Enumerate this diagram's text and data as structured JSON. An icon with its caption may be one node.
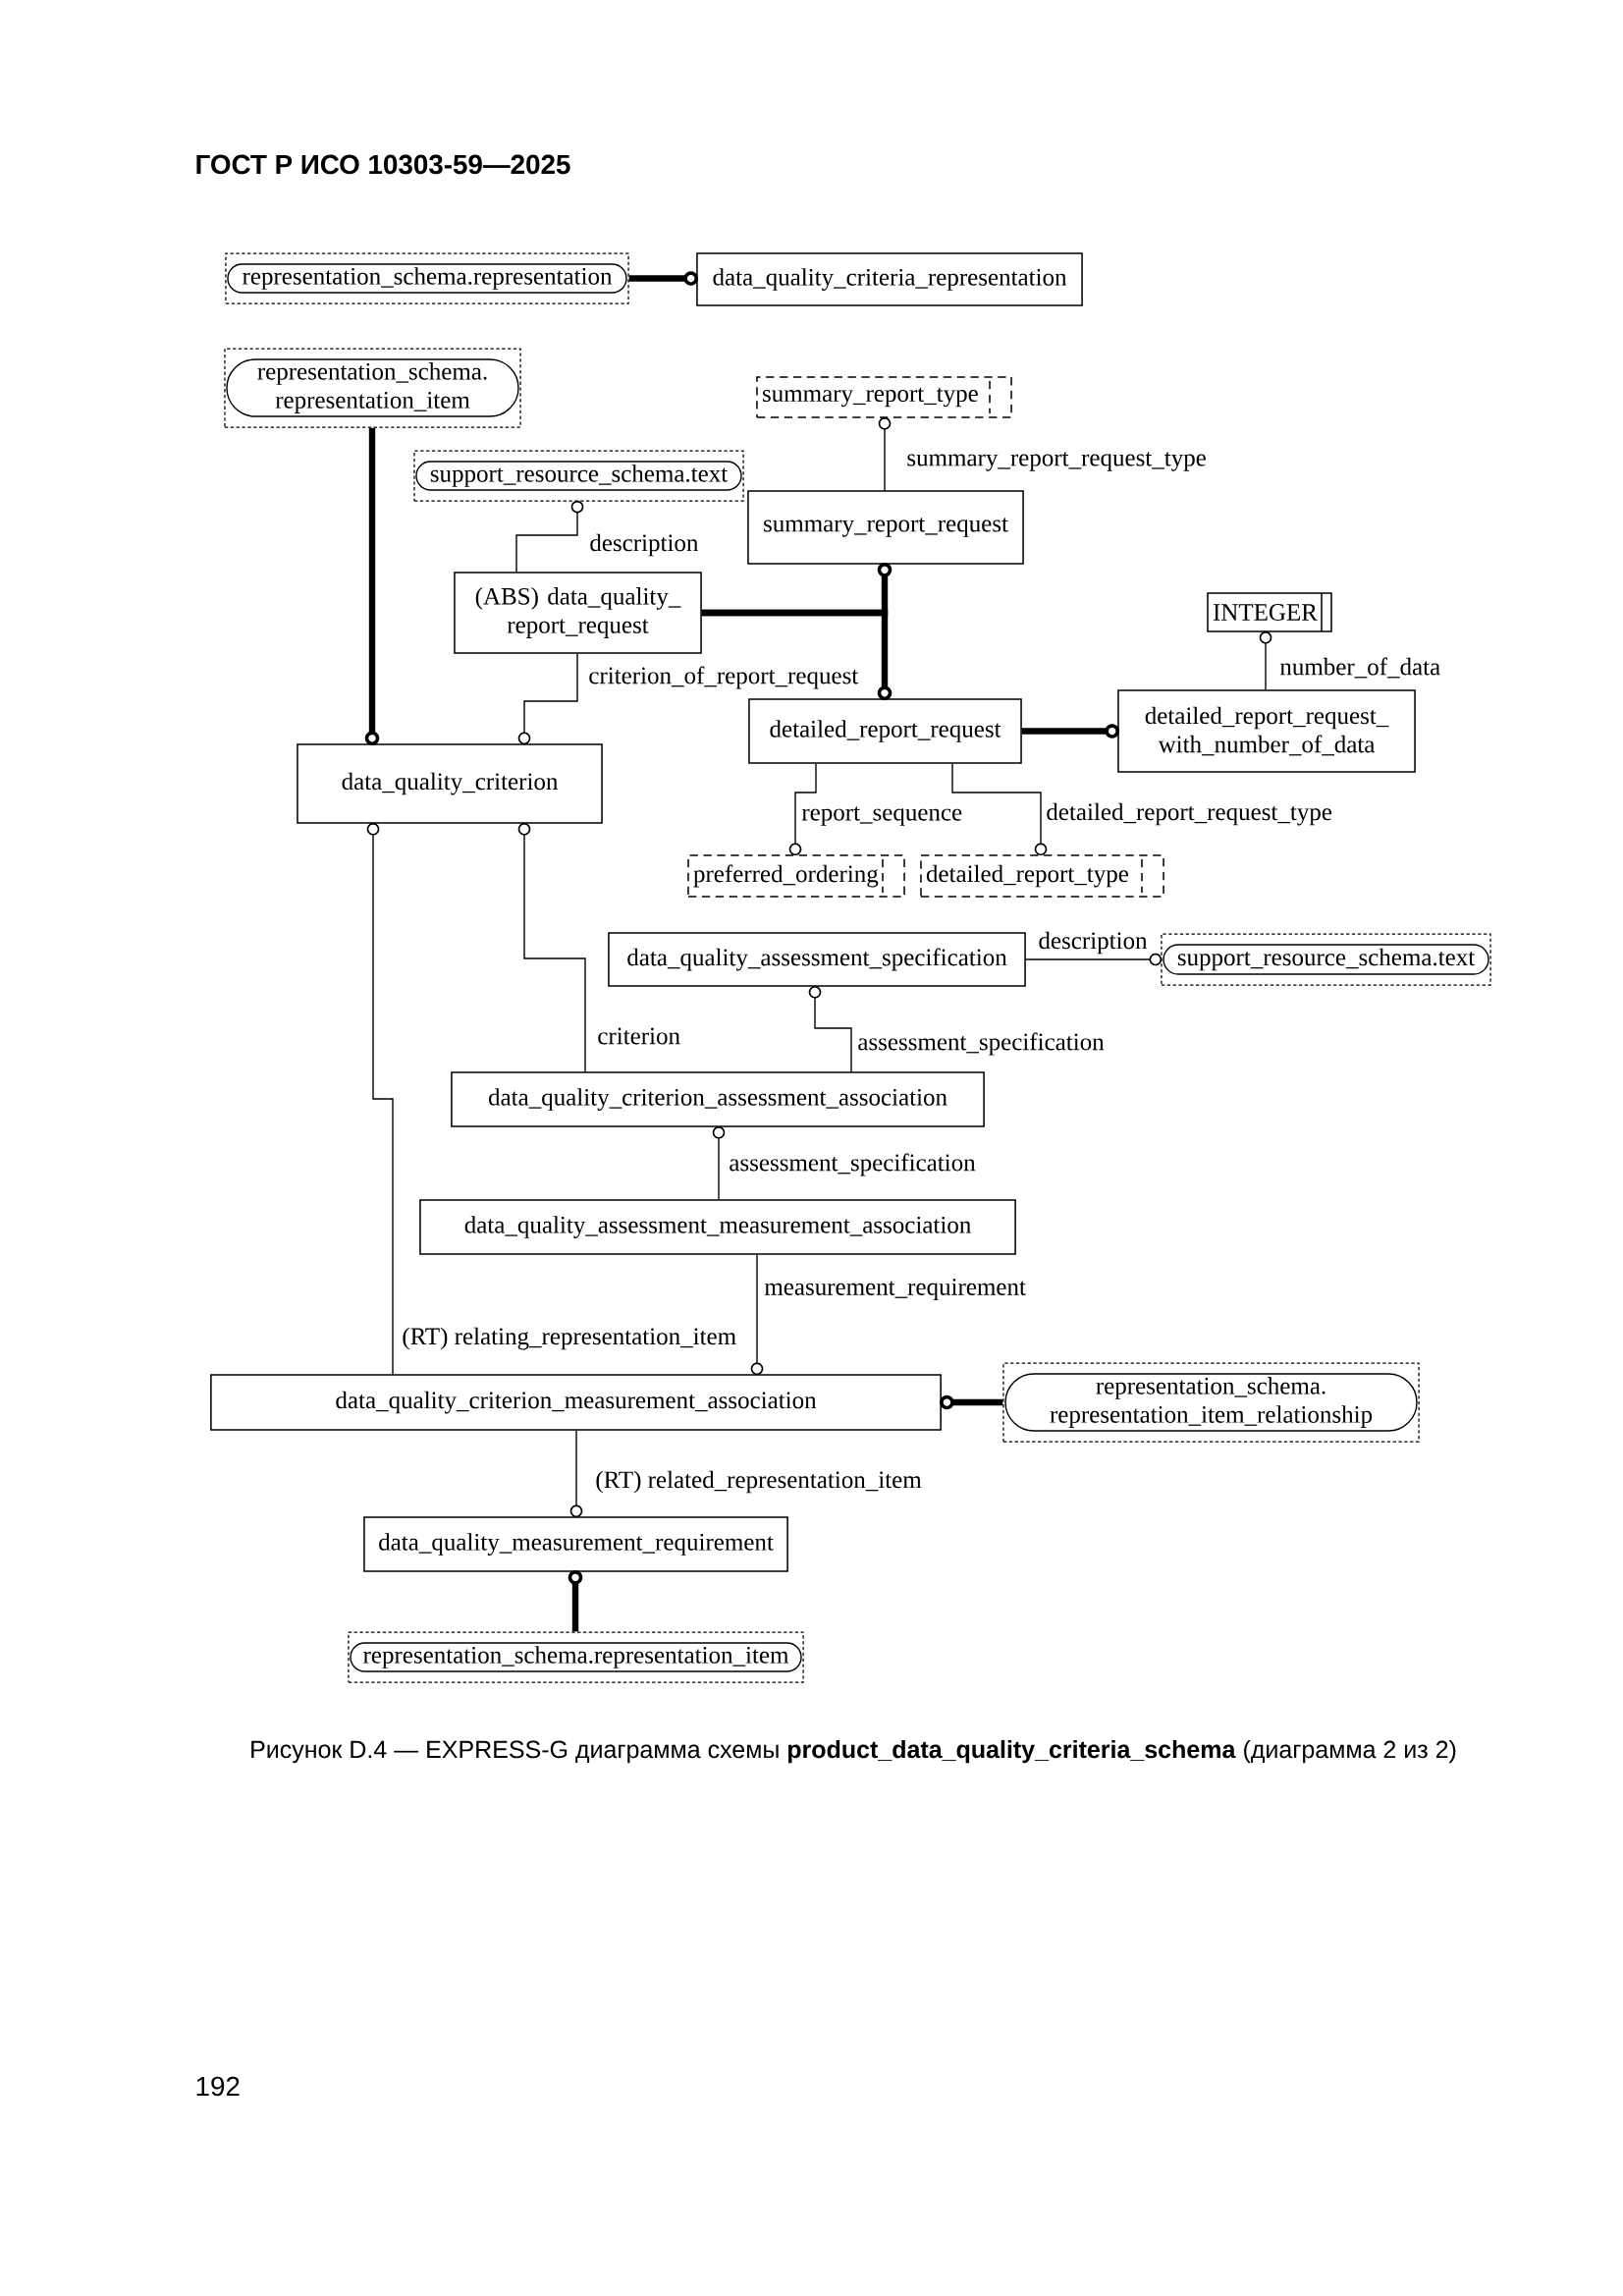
{
  "diagram": {
    "caption": "Рисунок D.4 — EXPRESS-G диаграмма схемы **product_data_quality_criteria_schema** (диаграмма 2 из 2)",
    "nodes": [
      {
        "text": [
          "representation_schema.representation"
        ]
      },
      {
        "text": [
          "data_quality_criteria_representation"
        ]
      },
      {
        "text": [
          "representation_schema. representation_item"
        ]
      },
      {
        "text": [
          "summary_report_type"
        ]
      },
      {
        "text": [
          "support_resource_schema.text"
        ]
      },
      {
        "text": [
          "summary_report_request"
        ]
      },
      {
        "text": [
          "(ABS) data_quality_ report_request"
        ]
      },
      {
        "text": [
          "INTEGER"
        ]
      },
      {
        "text": [
          "data_quality_criterion"
        ]
      },
      {
        "text": [
          "detailed_report_request"
        ]
      },
      {
        "text": [
          "detailed_report_request_ with_number_of_data"
        ]
      },
      {
        "text": [
          "preferred_ordering"
        ]
      },
      {
        "text": [
          "detailed_report_type"
        ]
      },
      {
        "text": [
          "data_quality_assessment_specification"
        ]
      },
      {
        "text": [
          "support_resource_schema.text"
        ]
      },
      {
        "text": [
          "data_quality_criterion_assessment_association"
        ]
      },
      {
        "text": [
          "data_quality_assessment_measurement_association"
        ]
      },
      {
        "text": [
          "data_quality_criterion_measurement_association"
        ]
      },
      {
        "text": [
          "representation_schema. representation_item_relationship"
        ]
      },
      {
        "text": [
          "data_quality_measurement_requirement"
        ]
      },
      {
        "text": [
          "representation_schema.representation_item"
        ]
      }
    ],
    "edges": [
      {
        "from": 0,
        "to": 1,
        "arrow": "other",
        "style": "thick"
      },
      {
        "from": 2,
        "to": 8,
        "arrow": "other",
        "style": "thick"
      },
      {
        "from": 6,
        "to": 4,
        "arrow": "other",
        "label": "description"
      },
      {
        "from": 5,
        "to": 3,
        "arrow": "other",
        "label": "summary_report_request_type"
      },
      {
        "from": 6,
        "to": 5,
        "arrow": "other",
        "style": "thick"
      },
      {
        "from": 6,
        "to": 9,
        "arrow": "other",
        "style": "thick"
      },
      {
        "from": 6,
        "to": 8,
        "arrow": "other",
        "label": "criterion_of_report_request"
      },
      {
        "from": 9,
        "to": 10,
        "arrow": "other",
        "style": "thick"
      },
      {
        "from": 10,
        "to": 7,
        "arrow": "other",
        "label": "number_of_data"
      },
      {
        "from": 9,
        "to": 11,
        "arrow": "other",
        "label": "report_sequence"
      },
      {
        "from": 9,
        "to": 12,
        "arrow": "other",
        "label": "detailed_report_request_type"
      },
      {
        "from": 13,
        "to": 14,
        "arrow": "other",
        "label": "description"
      },
      {
        "from": 15,
        "to": 8,
        "arrow": "other",
        "label": "criterion"
      },
      {
        "from": 15,
        "to": 13,
        "arrow": "other",
        "label": "assessment_specification"
      },
      {
        "from": 16,
        "to": 15,
        "arrow": "other",
        "label": "assessment_specification"
      },
      {
        "from": 17,
        "to": 8,
        "arrow": "other",
        "label": "(RT) relating_representation_item"
      },
      {
        "from": 16,
        "to": 17,
        "arrow": "other",
        "label": "measurement_requirement"
      },
      {
        "from": 18,
        "to": 17,
        "arrow": "other",
        "style": "thick"
      },
      {
        "from": 17,
        "to": 19,
        "arrow": "other",
        "label": "(RT) related_representation_item"
      },
      {
        "from": 20,
        "to": 19,
        "arrow": "other",
        "style": "thick"
      }
    ],
    "labels": [
      "ГОСТ Р ИСО 10303-59—2025",
      "192"
    ]
  }
}
